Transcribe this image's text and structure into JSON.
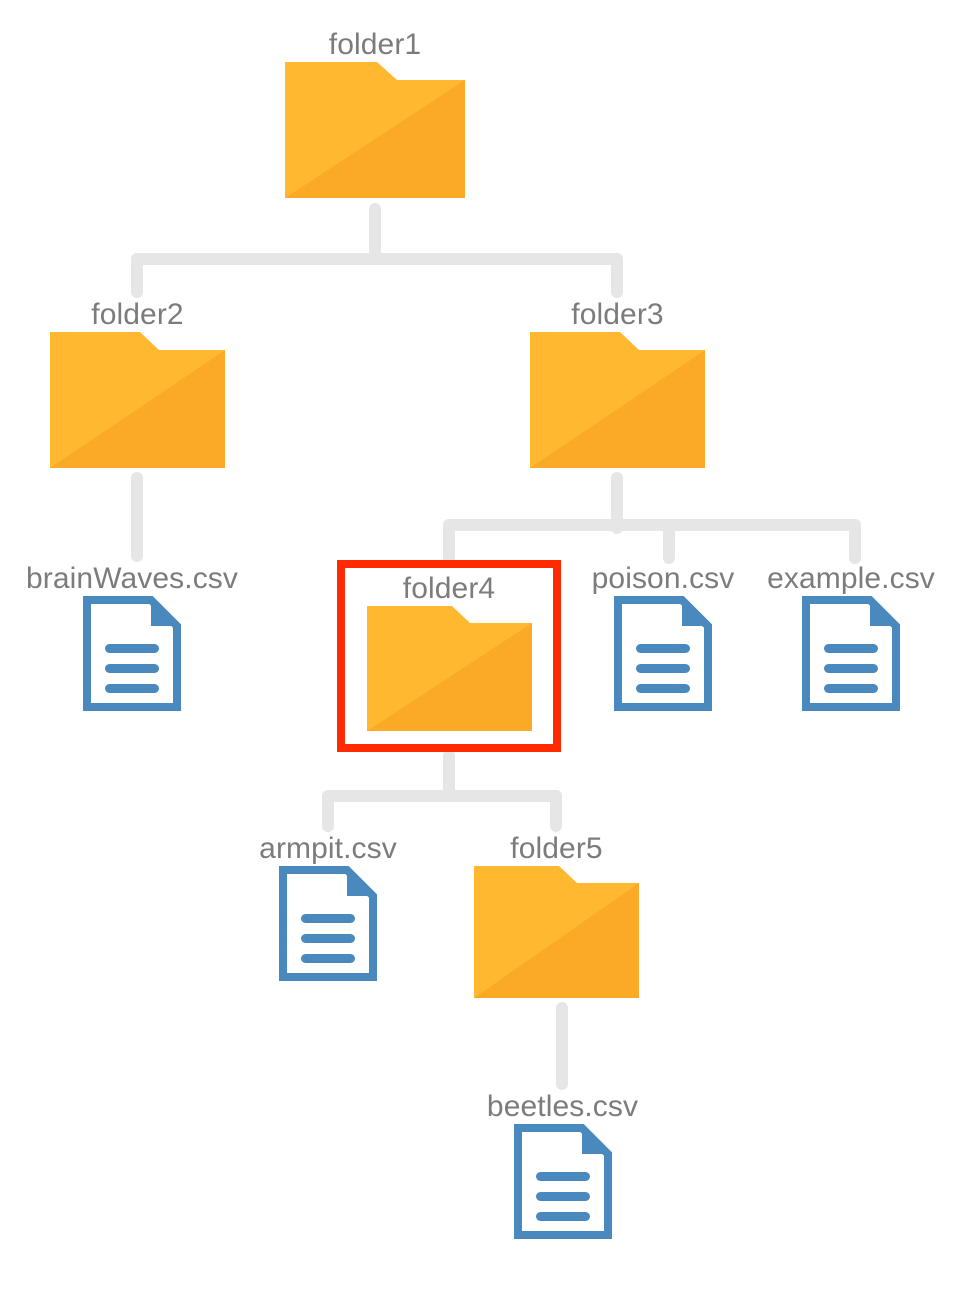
{
  "diagram": {
    "title": "file-tree",
    "colors": {
      "folder_light": "#ffb82f",
      "folder_dark": "#fbaa28",
      "file_blue": "#4a89bd",
      "connector_gray": "#e6e6e6",
      "label_gray": "#7c7c7c",
      "highlight_red": "#ff2b00",
      "background": "#ffffff"
    },
    "nodes": [
      {
        "id": "folder1",
        "label": "folder1",
        "type": "folder",
        "icon": "folder-icon",
        "depth": 0,
        "highlighted": false,
        "parent": null
      },
      {
        "id": "folder2",
        "label": "folder2",
        "type": "folder",
        "icon": "folder-icon",
        "depth": 1,
        "highlighted": false,
        "parent": "folder1"
      },
      {
        "id": "folder3",
        "label": "folder3",
        "type": "folder",
        "icon": "folder-icon",
        "depth": 1,
        "highlighted": false,
        "parent": "folder1"
      },
      {
        "id": "brainWaves",
        "label": "brainWaves.csv",
        "type": "file",
        "icon": "file-icon",
        "depth": 2,
        "highlighted": false,
        "parent": "folder2"
      },
      {
        "id": "folder4",
        "label": "folder4",
        "type": "folder",
        "icon": "folder-icon",
        "depth": 2,
        "highlighted": true,
        "parent": "folder3"
      },
      {
        "id": "poison",
        "label": "poison.csv",
        "type": "file",
        "icon": "file-icon",
        "depth": 2,
        "highlighted": false,
        "parent": "folder3"
      },
      {
        "id": "example",
        "label": "example.csv",
        "type": "file",
        "icon": "file-icon",
        "depth": 2,
        "highlighted": false,
        "parent": "folder3"
      },
      {
        "id": "armpit",
        "label": "armpit.csv",
        "type": "file",
        "icon": "file-icon",
        "depth": 3,
        "highlighted": false,
        "parent": "folder4"
      },
      {
        "id": "folder5",
        "label": "folder5",
        "type": "folder",
        "icon": "folder-icon",
        "depth": 3,
        "highlighted": false,
        "parent": "folder4"
      },
      {
        "id": "beetles",
        "label": "beetles.csv",
        "type": "file",
        "icon": "file-icon",
        "depth": 4,
        "highlighted": false,
        "parent": "folder5"
      }
    ],
    "edges": [
      {
        "from": "folder1",
        "to": "folder2"
      },
      {
        "from": "folder1",
        "to": "folder3"
      },
      {
        "from": "folder2",
        "to": "brainWaves"
      },
      {
        "from": "folder3",
        "to": "folder4"
      },
      {
        "from": "folder3",
        "to": "poison"
      },
      {
        "from": "folder3",
        "to": "example"
      },
      {
        "from": "folder4",
        "to": "armpit"
      },
      {
        "from": "folder4",
        "to": "folder5"
      },
      {
        "from": "folder5",
        "to": "beetles"
      }
    ]
  }
}
